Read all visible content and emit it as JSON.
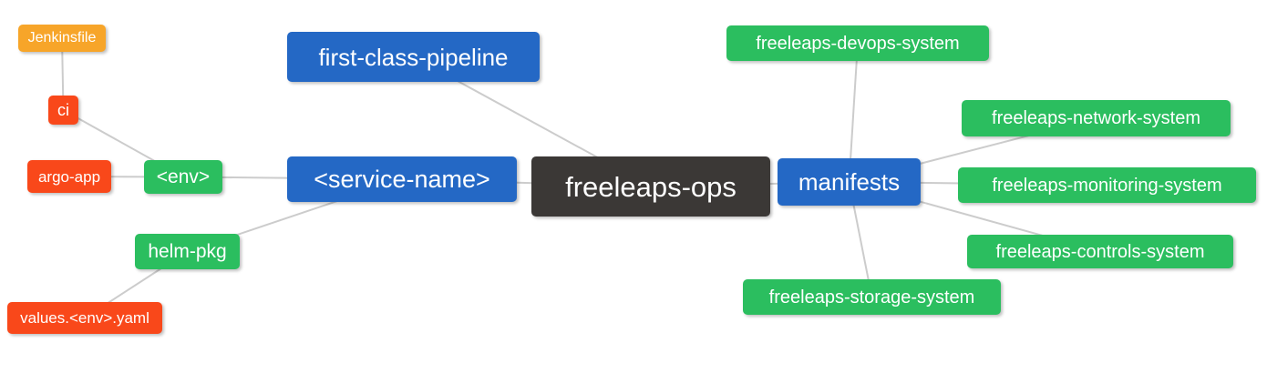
{
  "diagram": {
    "type": "mindmap",
    "background_color": "#ffffff",
    "edge_color": "#cccccc",
    "palette": {
      "blue": "#2468c5",
      "green": "#2bbe5f",
      "red": "#f9481a",
      "orange": "#f7a529",
      "dark": "#3b3836"
    },
    "nodes": {
      "freeleaps_ops": {
        "label": "freeleaps-ops",
        "color": "dark"
      },
      "first_class_pipeline": {
        "label": "first-class-pipeline",
        "color": "blue"
      },
      "service_name": {
        "label": "<service-name>",
        "color": "blue"
      },
      "manifests": {
        "label": "manifests",
        "color": "blue"
      },
      "env": {
        "label": "<env>",
        "color": "green"
      },
      "helm_pkg": {
        "label": "helm-pkg",
        "color": "green"
      },
      "ci": {
        "label": "ci",
        "color": "red"
      },
      "argo_app": {
        "label": "argo-app",
        "color": "red"
      },
      "values_yaml": {
        "label": "values.<env>.yaml",
        "color": "red"
      },
      "jenkinsfile": {
        "label": "Jenkinsfile",
        "color": "orange"
      },
      "devops_system": {
        "label": "freeleaps-devops-system",
        "color": "green"
      },
      "network_system": {
        "label": "freeleaps-network-system",
        "color": "green"
      },
      "monitoring_system": {
        "label": "freeleaps-monitoring-system",
        "color": "green"
      },
      "controls_system": {
        "label": "freeleaps-controls-system",
        "color": "green"
      },
      "storage_system": {
        "label": "freeleaps-storage-system",
        "color": "green"
      }
    },
    "edges": [
      [
        "jenkinsfile",
        "ci"
      ],
      [
        "ci",
        "env"
      ],
      [
        "argo_app",
        "env"
      ],
      [
        "env",
        "service_name"
      ],
      [
        "helm_pkg",
        "service_name"
      ],
      [
        "values_yaml",
        "helm_pkg"
      ],
      [
        "service_name",
        "freeleaps_ops"
      ],
      [
        "first_class_pipeline",
        "freeleaps_ops"
      ],
      [
        "freeleaps_ops",
        "manifests"
      ],
      [
        "manifests",
        "devops_system"
      ],
      [
        "manifests",
        "network_system"
      ],
      [
        "manifests",
        "monitoring_system"
      ],
      [
        "manifests",
        "controls_system"
      ],
      [
        "manifests",
        "storage_system"
      ]
    ]
  }
}
